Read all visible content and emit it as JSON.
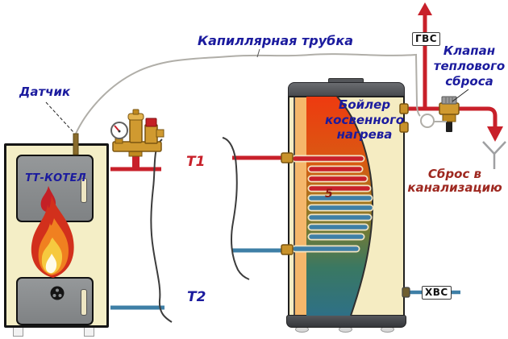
{
  "labels": {
    "sensor": "Датчик",
    "capillary_tube": "Капиллярная трубка",
    "relief_valve": "Клапан теплового сброса",
    "indirect_boiler": "Бойлер косвенного нагрева",
    "supply_t1": "Т1",
    "return_t2": "Т2",
    "solid_fuel_boiler": "ТТ-КОТЕЛ",
    "hot_water": "ГВС",
    "cold_water": "ХВС",
    "drain_sewer": "Сброс в канализацию",
    "coil_number": "5"
  },
  "colors": {
    "hot_pipe": "#C8202A",
    "cold_pipe": "#3E7FA6",
    "label_blue": "#1B1B9E",
    "label_red": "#C8202A",
    "label_maroon": "#9E2820",
    "capillary_gray": "#B0AEA8",
    "brass": "#D09A30",
    "boiler_body": "#F4EEC6",
    "tank_shell": "#F5ECC2",
    "insulation": "#F5B76B",
    "door_gray": "#8A8D8F"
  }
}
